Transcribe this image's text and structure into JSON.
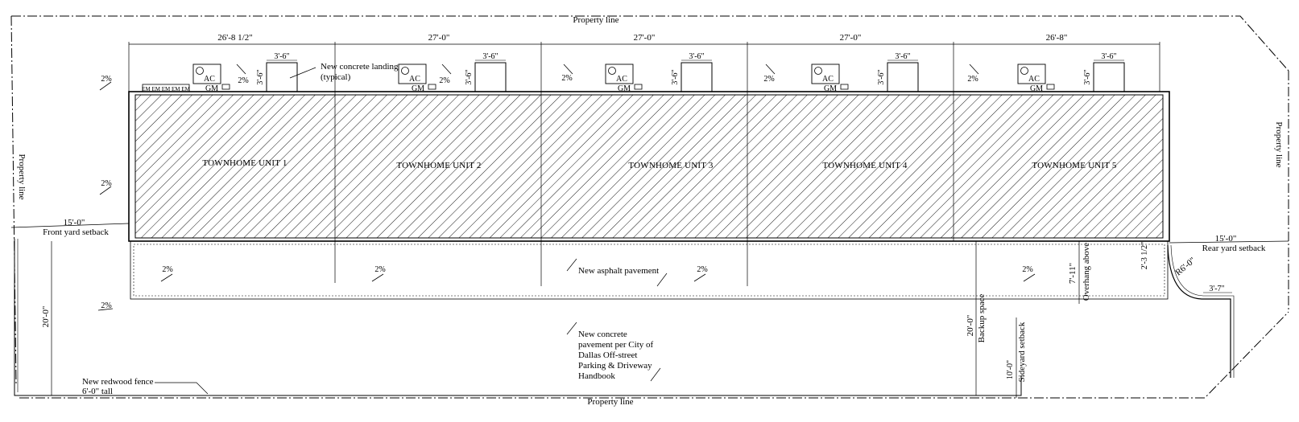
{
  "property_line": {
    "top": "Property line",
    "bottom": "Property line",
    "left": "Property line",
    "right": "Property line"
  },
  "units": [
    {
      "label": "TOWNHOME UNIT 1",
      "width_dim": "26'-8 1/2\""
    },
    {
      "label": "TOWNHOME UNIT 2",
      "width_dim": "27'-0\""
    },
    {
      "label": "TOWNHOME UNIT 3",
      "width_dim": "27'-0\""
    },
    {
      "label": "TOWNHOME UNIT 4",
      "width_dim": "27'-0\""
    },
    {
      "label": "TOWNHOME UNIT 5",
      "width_dim": "26'-8\""
    }
  ],
  "landing": {
    "width_dim": "3'-6\"",
    "depth_dim": "3'-6\"",
    "note_line1": "New concrete landing",
    "note_line2": "(typical)"
  },
  "equipment": {
    "ac": "AC",
    "gas_meter": "GM",
    "meter_bank": "EM EM EM EM EM"
  },
  "slope": "2%",
  "setbacks": {
    "front_dim": "15'-0\"",
    "front_label": "Front yard setback",
    "rear_dim": "15'-0\"",
    "rear_label": "Rear yard setback",
    "side_dim": "10'-0\"",
    "side_label": "Sideyard setback"
  },
  "notes": {
    "asphalt": "New asphalt pavement",
    "concrete": [
      "New concrete",
      "pavement per City of",
      "Dallas Off-street",
      "Parking & Driveway",
      "Handbook"
    ],
    "fence_line1": "New redwood fence",
    "fence_line2": "6'-0\" tall",
    "overhang": "Overhang above",
    "backup": "Backup space"
  },
  "dims": {
    "drive_depth_left": "20'-0\"",
    "drive_depth_right": "20'-0\"",
    "overhang": "7'-11\"",
    "curb_offset": "2'-3 1/2\"",
    "radius": "R6'-0\"",
    "curb_return": "3'-7\""
  }
}
